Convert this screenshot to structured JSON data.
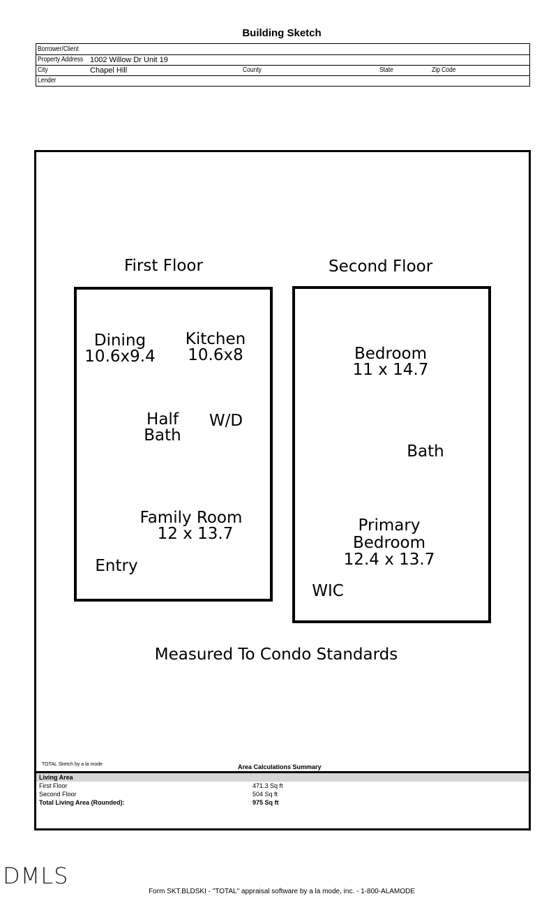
{
  "title": "Building Sketch",
  "header": {
    "borrower_label": "Borrower/Client",
    "borrower_value": "",
    "address_label": "Property Address",
    "address_value": "1002 Willow Dr Unit 19",
    "city_label": "City",
    "city_value": "Chapel Hill",
    "county_label": "County",
    "state_label": "State",
    "zip_label": "Zip Code",
    "lender_label": "Lender"
  },
  "sketch": {
    "first_floor_label": "First Floor",
    "second_floor_label": "Second Floor",
    "first_floor_rooms": {
      "dining": [
        "Dining",
        "10.6x9.4"
      ],
      "kitchen": [
        "Kitchen",
        "10.6x8"
      ],
      "half_bath": [
        "Half",
        "Bath"
      ],
      "wd": "W/D",
      "family_room": [
        "Family Room",
        "12 x 13.7"
      ],
      "entry": "Entry"
    },
    "second_floor_rooms": {
      "bedroom": [
        "Bedroom",
        "11 x 14.7"
      ],
      "bath": "Bath",
      "primary": [
        "Primary",
        "Bedroom",
        "12.4 x 13.7"
      ],
      "wic": "WIC"
    },
    "note": "Measured To Condo Standards"
  },
  "summary": {
    "software_note": "TOTAL Sketch by a la mode",
    "title": "Area Calculations Summary",
    "living_area_label": "Living Area",
    "rows": [
      {
        "label": "First Floor",
        "value": "471.3 Sq ft"
      },
      {
        "label": "Second Floor",
        "value": "504 Sq ft"
      }
    ],
    "total_label": "Total Living Area (Rounded):",
    "total_value": "975 Sq ft"
  },
  "logo_text": "DMLS",
  "footer": "Form SKT.BLDSKI - \"TOTAL\" appraisal software by a la mode, inc. - 1-800-ALAMODE"
}
